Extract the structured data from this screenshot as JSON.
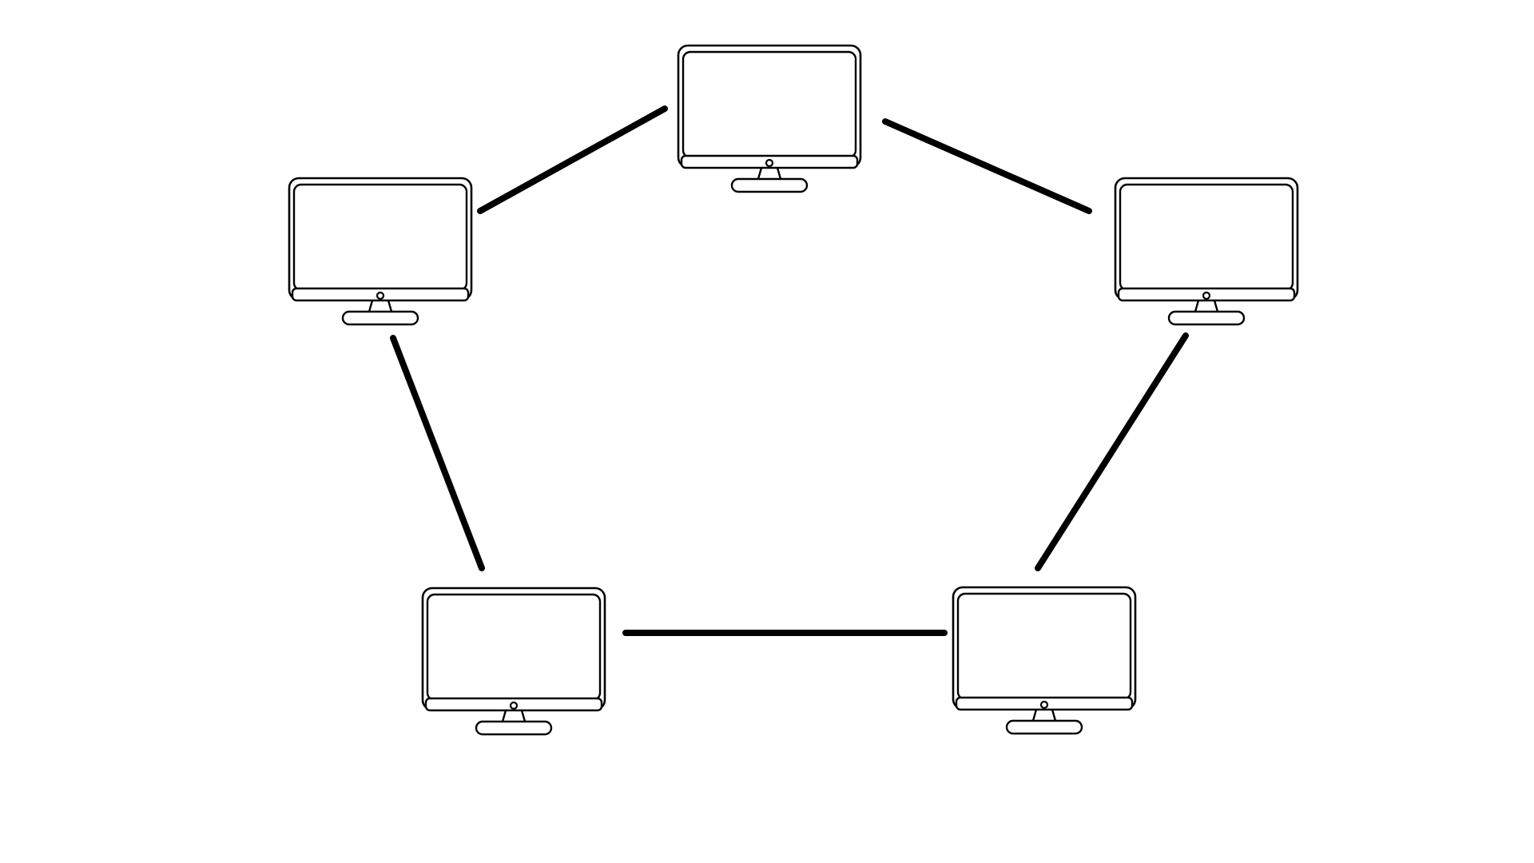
{
  "diagram": {
    "type": "ring-network",
    "node_icon": "desktop-monitor-icon",
    "nodes": [
      {
        "id": "top"
      },
      {
        "id": "upper-left"
      },
      {
        "id": "upper-right"
      },
      {
        "id": "lower-left"
      },
      {
        "id": "lower-right"
      }
    ],
    "links": [
      {
        "from": "top",
        "to": "upper-left"
      },
      {
        "from": "top",
        "to": "upper-right"
      },
      {
        "from": "upper-left",
        "to": "lower-left"
      },
      {
        "from": "upper-right",
        "to": "lower-right"
      },
      {
        "from": "lower-left",
        "to": "lower-right"
      }
    ],
    "colors": {
      "background": "#ffffff",
      "stroke": "#000000"
    }
  }
}
